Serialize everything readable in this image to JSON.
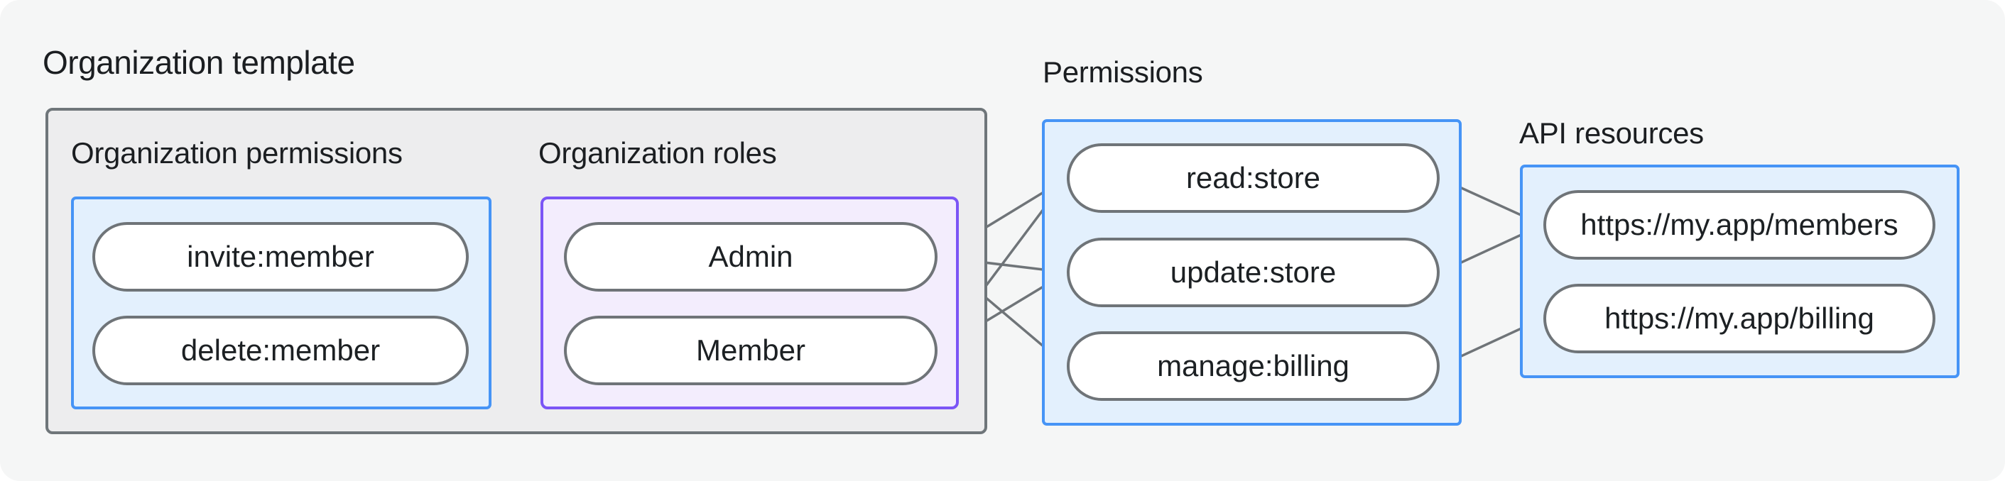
{
  "page": {
    "background": "#ffffff",
    "panel_background": "#f5f6f6"
  },
  "colors": {
    "wire": "#6f7478",
    "pill_border": "#6f7478",
    "pill_fill": "#ffffff",
    "text": "#1c2023",
    "blue_box_border": "#4694f6",
    "blue_box_fill": "#e3f0fd",
    "purple_box_border": "#7b55f6",
    "purple_box_fill": "#f3edfd",
    "gray_box_border": "#6f767a",
    "gray_box_fill": "#ededee"
  },
  "organization_template": {
    "title": "Organization template",
    "organization_permissions": {
      "title": "Organization permissions",
      "nodes": [
        "invite:member",
        "delete:member"
      ]
    },
    "organization_roles": {
      "title": "Organization roles",
      "nodes": [
        "Admin",
        "Member"
      ]
    }
  },
  "permissions": {
    "title": "Permissions",
    "nodes": [
      "read:store",
      "update:store",
      "manage:billing"
    ]
  },
  "api_resources": {
    "title": "API resources",
    "nodes": [
      "https://my.app/members",
      "https://my.app/billing"
    ]
  },
  "edges": [
    {
      "from": "invite:member",
      "to": "Admin"
    },
    {
      "from": "invite:member",
      "to": "Member"
    },
    {
      "from": "delete:member",
      "to": "Member"
    },
    {
      "from": "Admin",
      "to": "read:store"
    },
    {
      "from": "Admin",
      "to": "update:store"
    },
    {
      "from": "Admin",
      "to": "manage:billing"
    },
    {
      "from": "Member",
      "to": "read:store"
    },
    {
      "from": "Member",
      "to": "update:store"
    },
    {
      "from": "read:store",
      "to": "https://my.app/members"
    },
    {
      "from": "update:store",
      "to": "https://my.app/members"
    },
    {
      "from": "manage:billing",
      "to": "https://my.app/billing"
    }
  ]
}
